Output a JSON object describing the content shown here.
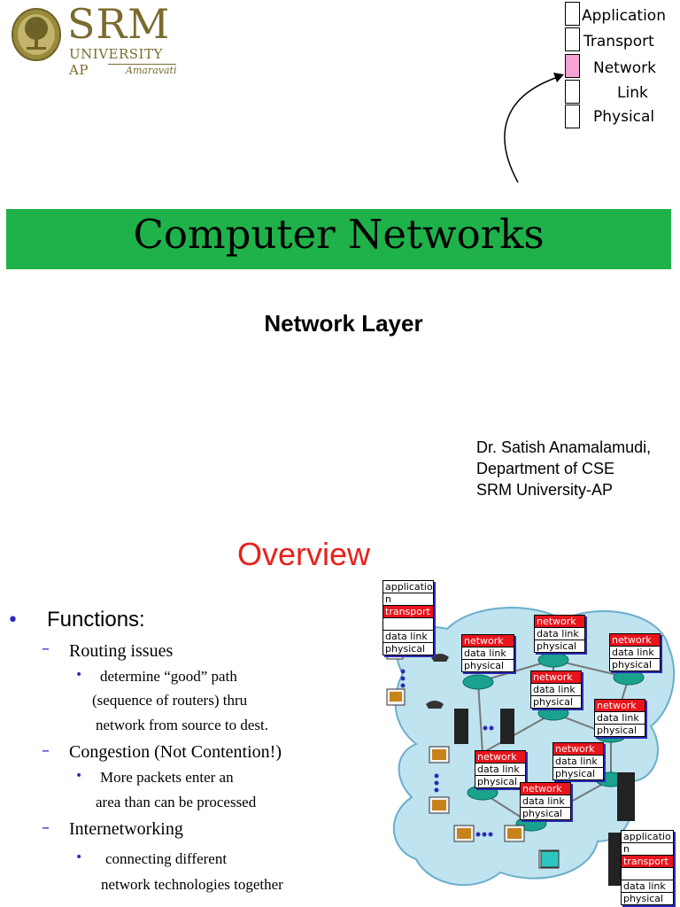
{
  "logo": {
    "name": "SRM",
    "university": "UNIVERSITY AP",
    "city": "Amaravati"
  },
  "stack": {
    "layers": [
      "Application",
      "Transport",
      "Network",
      "Link",
      "Physical"
    ],
    "highlighted": "Network",
    "highlight_color": "#f5a3d2"
  },
  "title_bar": {
    "title": "Computer Networks",
    "color": "#1fb24a"
  },
  "subtitle": "Network Layer",
  "author": {
    "name": "Dr. Satish Anamalamudi,",
    "department": "Department of CSE",
    "university": "SRM University-AP"
  },
  "overview": {
    "heading": "Overview",
    "heading_color": "#e8201a",
    "functions_label": "Functions:",
    "items": [
      {
        "label": "Routing issues",
        "details": [
          "determine “good” path",
          "(sequence of routers) thru",
          "network from source to dest."
        ]
      },
      {
        "label": "Congestion (Not Contention!)",
        "details": [
          "More packets enter an",
          "area than can be processed"
        ]
      },
      {
        "label": "Internetworking",
        "details": [
          "connecting different",
          "network technologies together"
        ]
      }
    ]
  },
  "diagram": {
    "host_stack": [
      "applicatio",
      "n",
      "transport",
      "",
      "data link",
      "physical"
    ],
    "router_stack": [
      "network",
      "data link",
      "physical"
    ]
  }
}
